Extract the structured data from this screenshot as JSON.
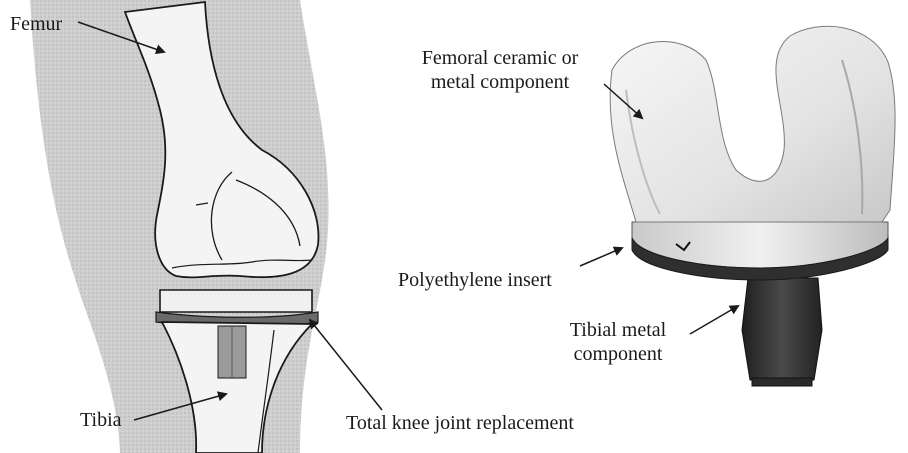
{
  "labels": {
    "femur": "Femur",
    "tibia": "Tibia",
    "total_knee_joint_replacement": "Total knee joint replacement",
    "femoral_component_line1": "Femoral ceramic or",
    "femoral_component_line2": "metal component",
    "polyethylene_insert": "Polyethylene insert",
    "tibial_component_line1": "Tibial metal",
    "tibial_component_line2": "component"
  },
  "colors": {
    "skin_shading": "#c9c9c9",
    "bone_fill": "#f4f4f4",
    "line": "#1a1a1a",
    "implant_light": "#e9e9e9",
    "implant_dark": "#3a3a3a"
  }
}
